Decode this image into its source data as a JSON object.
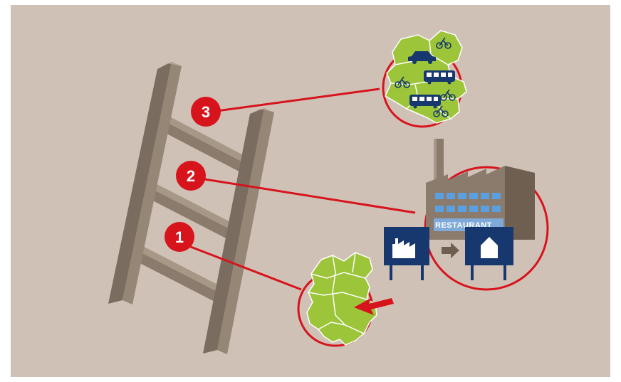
{
  "steps": [
    {
      "label": "1"
    },
    {
      "label": "2"
    },
    {
      "label": "3"
    }
  ],
  "sign_text": "RESTAURANT",
  "icons": {
    "transport_map": "transport-map-icon",
    "factory_conversion": "factory-to-restaurant-icon",
    "relocation_map": "map-arrow-icon"
  },
  "colors": {
    "background": "#d0c1b7",
    "accent_red": "#d7131c",
    "ladder": "#8a7b6c",
    "map_green": "#9cc53a",
    "navy": "#17386e",
    "factory": "#8a7b6c"
  }
}
